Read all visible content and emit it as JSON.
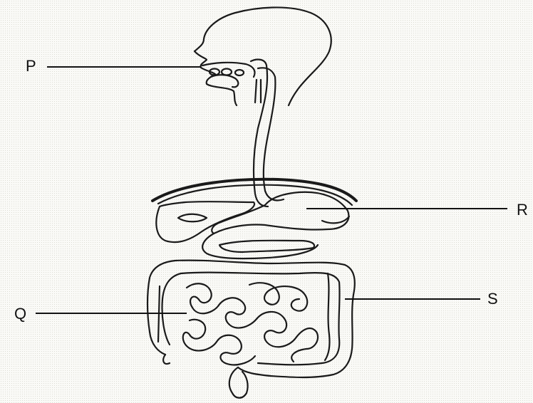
{
  "diagram": {
    "labels": {
      "p": "P",
      "q": "Q",
      "r": "R",
      "s": "S"
    }
  }
}
